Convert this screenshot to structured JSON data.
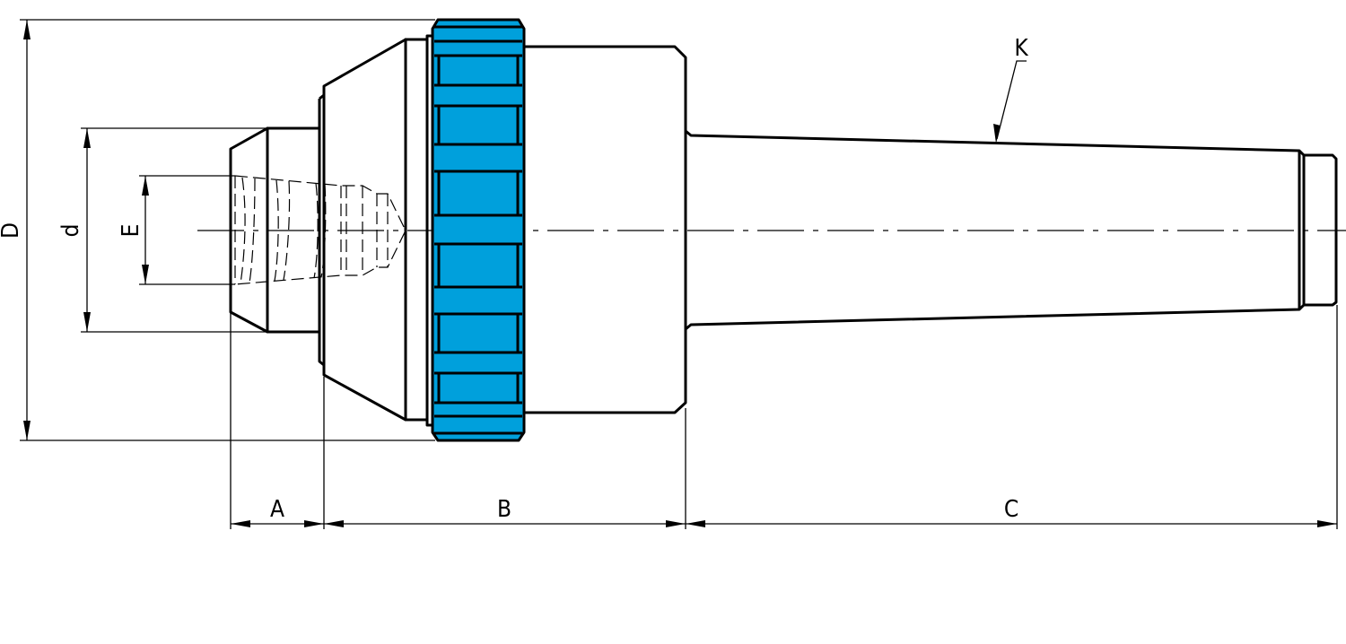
{
  "colors": {
    "knurl": "#00a0dc",
    "line": "#000000",
    "background": "#ffffff"
  },
  "labels": {
    "D": "D",
    "d": "d",
    "E": "E",
    "A": "A",
    "B": "B",
    "C": "C",
    "K": "K"
  }
}
